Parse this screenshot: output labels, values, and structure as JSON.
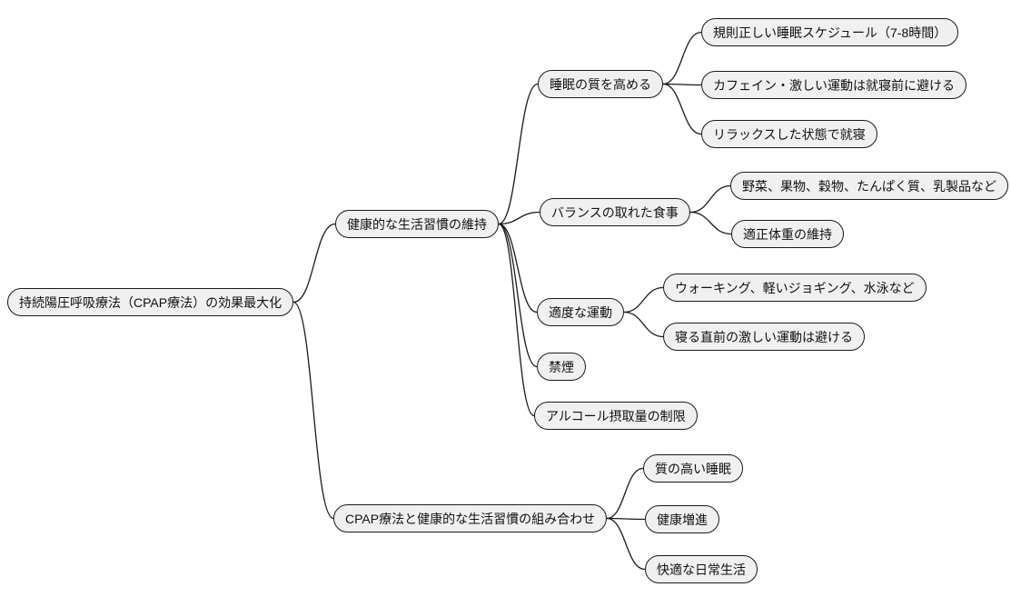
{
  "diagram": {
    "type": "mindmap",
    "root": {
      "id": "root",
      "label": "持続陽圧呼吸療法（CPAP療法）の効果最大化",
      "children": [
        {
          "id": "n1",
          "label": "健康的な生活習慣の維持",
          "children": [
            {
              "id": "n1a",
              "label": "睡眠の質を高める",
              "children": [
                {
                  "id": "n1a1",
                  "label": "規則正しい睡眠スケジュール（7-8時間）",
                  "children": []
                },
                {
                  "id": "n1a2",
                  "label": "カフェイン・激しい運動は就寝前に避ける",
                  "children": []
                },
                {
                  "id": "n1a3",
                  "label": "リラックスした状態で就寝",
                  "children": []
                }
              ]
            },
            {
              "id": "n1b",
              "label": "バランスの取れた食事",
              "children": [
                {
                  "id": "n1b1",
                  "label": "野菜、果物、穀物、たんぱく質、乳製品など",
                  "children": []
                },
                {
                  "id": "n1b2",
                  "label": "適正体重の維持",
                  "children": []
                }
              ]
            },
            {
              "id": "n1c",
              "label": "適度な運動",
              "children": [
                {
                  "id": "n1c1",
                  "label": "ウォーキング、軽いジョギング、水泳など",
                  "children": []
                },
                {
                  "id": "n1c2",
                  "label": "寝る直前の激しい運動は避ける",
                  "children": []
                }
              ]
            },
            {
              "id": "n1d",
              "label": "禁煙",
              "children": []
            },
            {
              "id": "n1e",
              "label": "アルコール摂取量の制限",
              "children": []
            }
          ]
        },
        {
          "id": "n2",
          "label": "CPAP療法と健康的な生活習慣の組み合わせ",
          "children": [
            {
              "id": "n2a",
              "label": "質の高い睡眠",
              "children": []
            },
            {
              "id": "n2b",
              "label": "健康増進",
              "children": []
            },
            {
              "id": "n2c",
              "label": "快適な日常生活",
              "children": []
            }
          ]
        }
      ]
    }
  },
  "colors": {
    "node_fill": "#f0f0f0",
    "node_border": "#1a1a1a",
    "node_text": "#111111",
    "link": "#1a1a1a"
  }
}
